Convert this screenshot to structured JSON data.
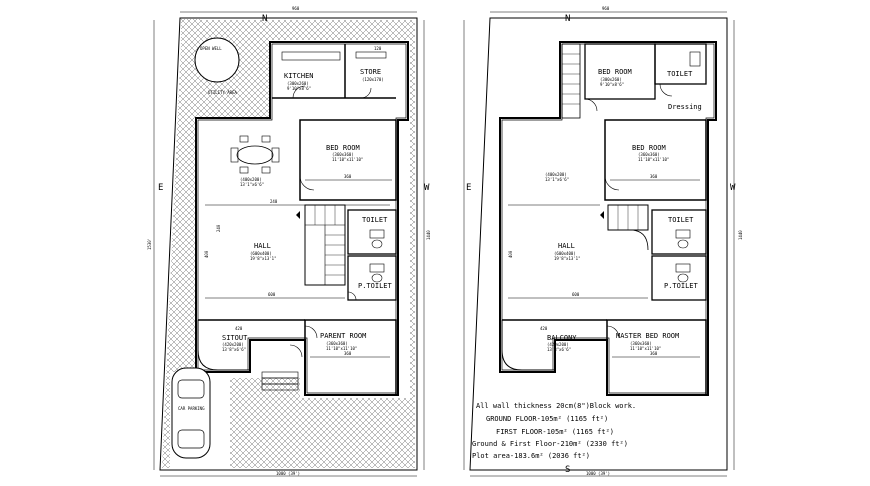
{
  "common": {
    "dim_top": "960",
    "north": "N",
    "east": "E",
    "west": "W",
    "south": "S",
    "dim_bottom": "1000 (39')",
    "dim_hall_width": "600",
    "dim_bed_width": "360",
    "dim_side_a": "400",
    "dim_side_b": "420",
    "dim_side_c": "360",
    "dim_b1": "240",
    "dim_left_long": "1530'",
    "dim_right_long": "1440"
  },
  "ground_floor": {
    "kitchen": {
      "name": "KITCHEN",
      "size": "(300x260)",
      "ft": "9'10\"x8'6\""
    },
    "store": {
      "name": "STORE",
      "size": "(120x170)",
      "ft": "",
      "dim": "120"
    },
    "bedroom": {
      "name": "BED ROOM",
      "size": "(360x360)",
      "ft": "11'10\"x11'10\""
    },
    "dining": {
      "size": "(400x200)",
      "ft": "13'1\"x6'6\""
    },
    "hall": {
      "name": "HALL",
      "size": "(600x400)",
      "ft": "19'8\"x13'1\""
    },
    "toilet": {
      "name": "TOILET"
    },
    "ptoilet": {
      "name": "P.TOILET"
    },
    "sitout": {
      "name": "SITOUT",
      "size": "(420x200)",
      "ft": "13'8\"x6'6\""
    },
    "parent_room": {
      "name": "PARENT ROOM",
      "size": "(360x360)",
      "ft": "11'10\"x11'10\""
    },
    "open_well": "OPEN WELL",
    "utility": "UTILITY AREA",
    "car_parking": "CAR PARKING"
  },
  "first_floor": {
    "bedroom_top": {
      "name": "BED ROOM",
      "size": "(300x260)",
      "ft": "9'10\"x8'6\""
    },
    "toilet_top": {
      "name": "TOILET"
    },
    "dressing": "Dressing",
    "bedroom": {
      "name": "BED ROOM",
      "size": "(360x360)",
      "ft": "11'10\"x11'10\""
    },
    "family": {
      "size": "(400x200)",
      "ft": "13'1\"x6'6\""
    },
    "hall": {
      "name": "HALL",
      "size": "(600x400)",
      "ft": "19'8\"x13'1\""
    },
    "toilet": {
      "name": "TOILET"
    },
    "ptoilet": {
      "name": "P.TOILET"
    },
    "balcony": {
      "name": "BALCONY",
      "size": "(420x200)",
      "ft": "13'8\"x6'6\""
    },
    "master": {
      "name": "MASTER BED ROOM",
      "size": "(360x360)",
      "ft": "11'10\"x11'10\""
    }
  },
  "notes": {
    "line1": "All wall thickness 20cm(8\")Block work.",
    "line2": "GROUND FLOOR-105m² (1165 ft²)",
    "line3": "FIRST FLOOR-105m² (1165 ft²)",
    "line4": "Ground & First Floor-210m² (2330 ft²)",
    "line5": "Plot area-183.6m² (2036 ft²)"
  },
  "colors": {
    "line": "#000000",
    "hatch": "#777777",
    "paper": "#ffffff"
  }
}
